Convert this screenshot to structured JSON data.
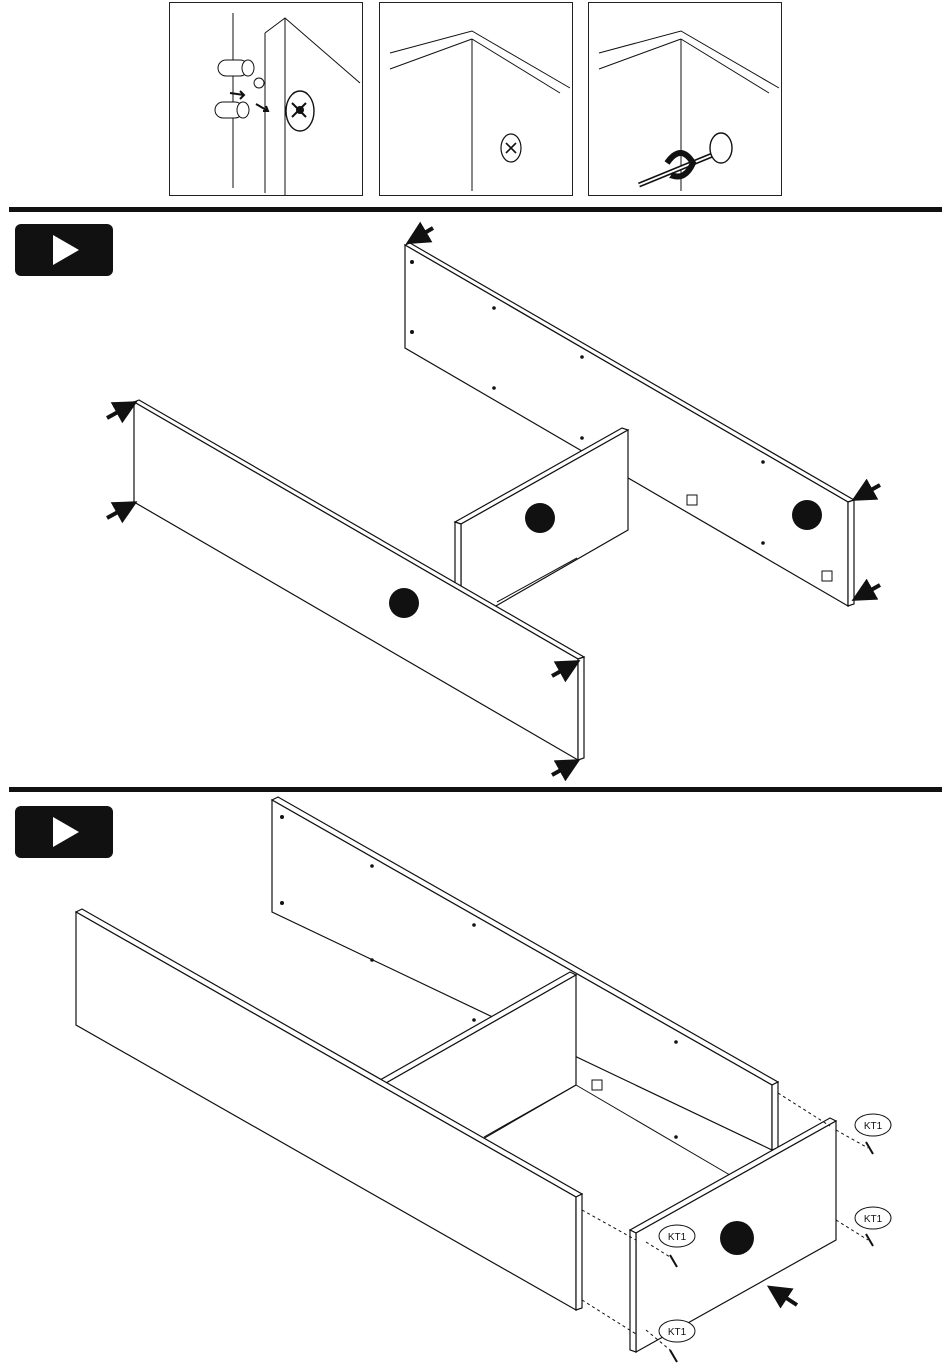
{
  "screw_labels": {
    "kt1_a": "KT1",
    "kt1_b": "KT1",
    "kt1_c": "KT1",
    "kt1_d": "KT1"
  },
  "icons": {
    "step_marker": "play-triangle-icon",
    "arrow": "push-arrow-icon",
    "screwdriver": "screwdriver-icon",
    "cam_lock": "cam-lock-icon"
  },
  "colors": {
    "ink": "#111111",
    "paper": "#ffffff"
  }
}
